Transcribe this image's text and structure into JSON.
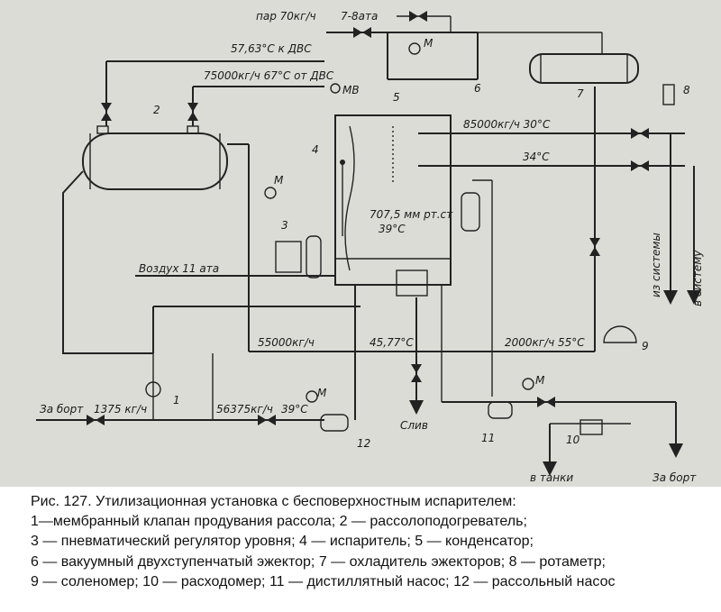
{
  "diagram": {
    "labels": {
      "steam": "пар 70кг/ч",
      "steam_pressure": "7-8ата",
      "to_dvs": "57,63°С к ДВС",
      "from_dvs": "75000кг/ч 67°С от ДВС",
      "mv": "МВ",
      "m": "М",
      "flow_85000": "85000кг/ч 30°С",
      "temp_34": "34°С",
      "vacuum": "707,5 мм рт.ст",
      "temp_39": "39°С",
      "air": "Воздух 11 ата",
      "flow_55000": "55000кг/ч",
      "temp_4577": "45,77°С",
      "flow_2000": "2000кг/ч 55°С",
      "overboard_in": "За борт",
      "flow_1375": "1375 кг/ч",
      "flow_56375": "56375кг/ч",
      "temp_39b": "39°С",
      "drain": "Слив",
      "to_tanks": "в танки",
      "overboard_out": "За борт",
      "from_system": "из системы",
      "to_system": "в систему"
    },
    "numbers": [
      "1",
      "2",
      "3",
      "4",
      "5",
      "6",
      "7",
      "8",
      "9",
      "10",
      "11",
      "12"
    ]
  },
  "caption": {
    "lines": [
      "Рис. 127. Утилизационная установка с бесповерхностным испарителем:",
      "1—мембранный клапан продувания рассола; 2 — рассолоподогреватель;",
      "3 — пневматический регулятор уровня; 4 — испаритель; 5 — конденсатор;",
      "6 — вакуумный двухступенчатый эжектор; 7 — охладитель эжекторов; 8 — ротаметр;",
      "9 — соленомер; 10 — расходомер; 11 — дистиллятный насос; 12 — рассольный насос"
    ]
  }
}
